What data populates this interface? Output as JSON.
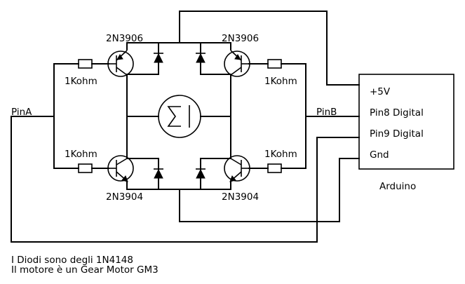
{
  "diagram": {
    "title": "H-Bridge motor driver with Arduino",
    "transistors": {
      "top_left": "2N3906",
      "top_right": "2N3906",
      "bottom_left": "2N3904",
      "bottom_right": "2N3904"
    },
    "resistors": {
      "top_left": "1Kohm",
      "top_right": "1Kohm",
      "bottom_left": "1Kohm",
      "bottom_right": "1Kohm"
    },
    "nets": {
      "pin_a": "PinA",
      "pin_b": "PinB"
    },
    "arduino": {
      "label": "Arduino",
      "pins": [
        "+5V",
        "Pin8 Digital",
        "Pin9 Digital",
        "Gnd"
      ]
    },
    "motor_icon": "motor-symbol-icon",
    "notes": [
      "I Diodi sono degli 1N4148",
      "Il motore è un Gear Motor GM3"
    ]
  }
}
